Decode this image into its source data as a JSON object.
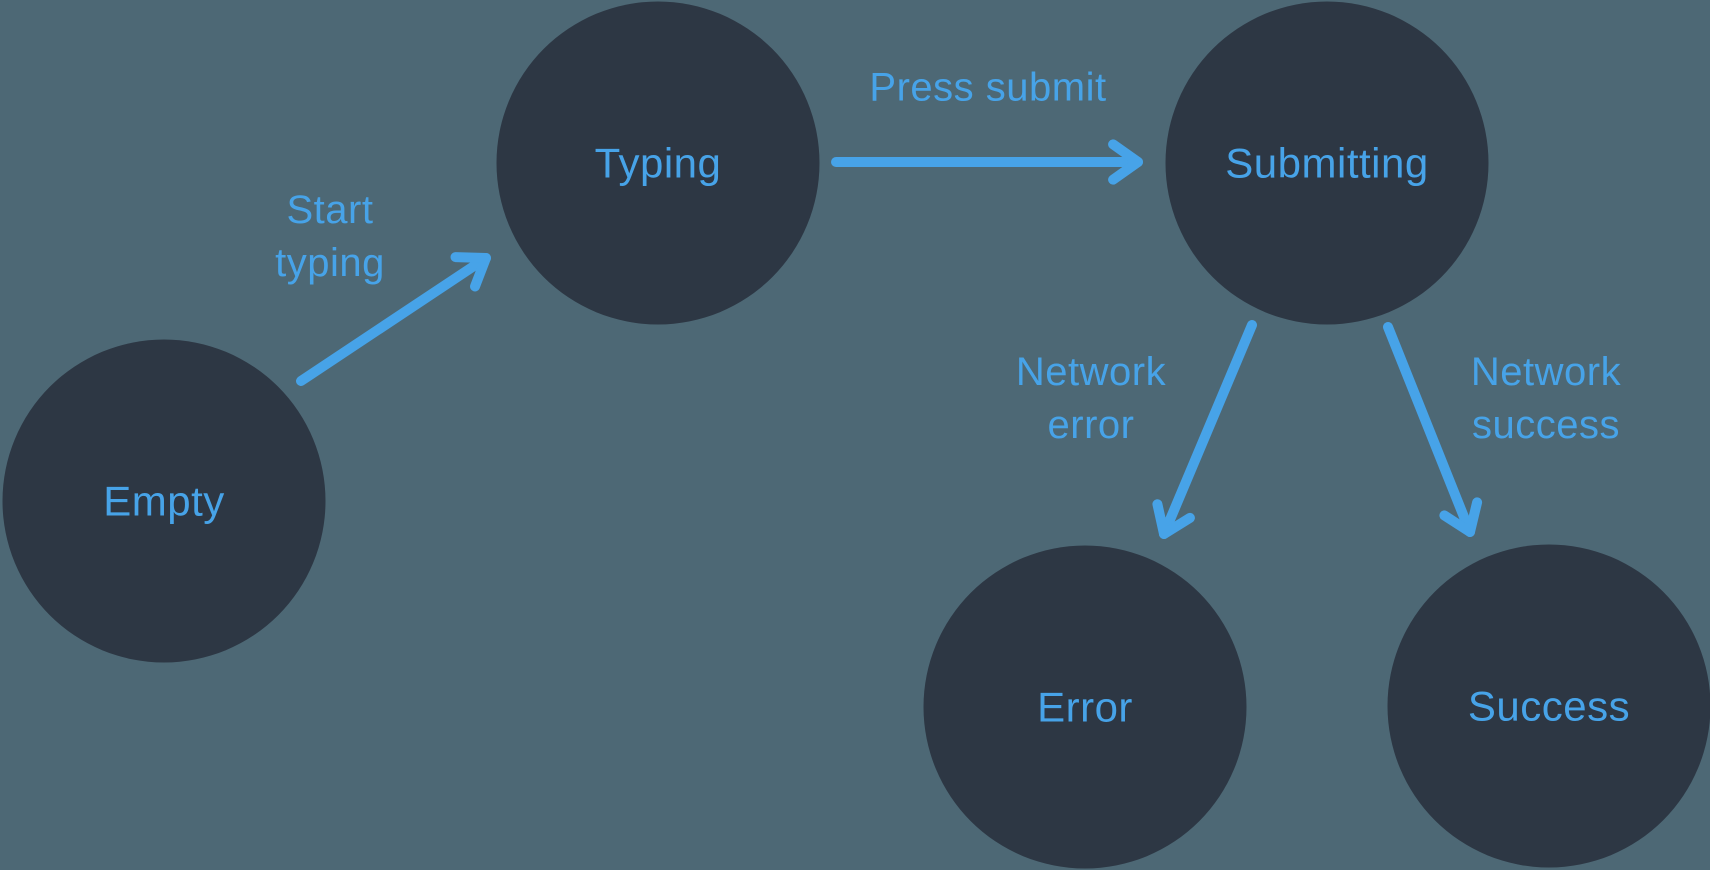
{
  "diagram": {
    "kind": "state-machine-flow",
    "colors": {
      "background": "#4d6875",
      "node_fill": "#2d3744",
      "accent_blue": "#47a3e8"
    }
  },
  "nodes": [
    {
      "id": "empty",
      "label": "Empty"
    },
    {
      "id": "typing",
      "label": "Typing"
    },
    {
      "id": "submitting",
      "label": "Submitting"
    },
    {
      "id": "error",
      "label": "Error"
    },
    {
      "id": "success",
      "label": "Success"
    }
  ],
  "edges": [
    {
      "id": "start-typing",
      "label": "Start\ntyping",
      "from": "Empty",
      "to": "Typing"
    },
    {
      "id": "press-submit",
      "label": "Press submit",
      "from": "Typing",
      "to": "Submitting"
    },
    {
      "id": "network-error",
      "label": "Network\nerror",
      "from": "Submitting",
      "to": "Error"
    },
    {
      "id": "network-success",
      "label": "Network\nsuccess",
      "from": "Submitting",
      "to": "Success"
    }
  ]
}
